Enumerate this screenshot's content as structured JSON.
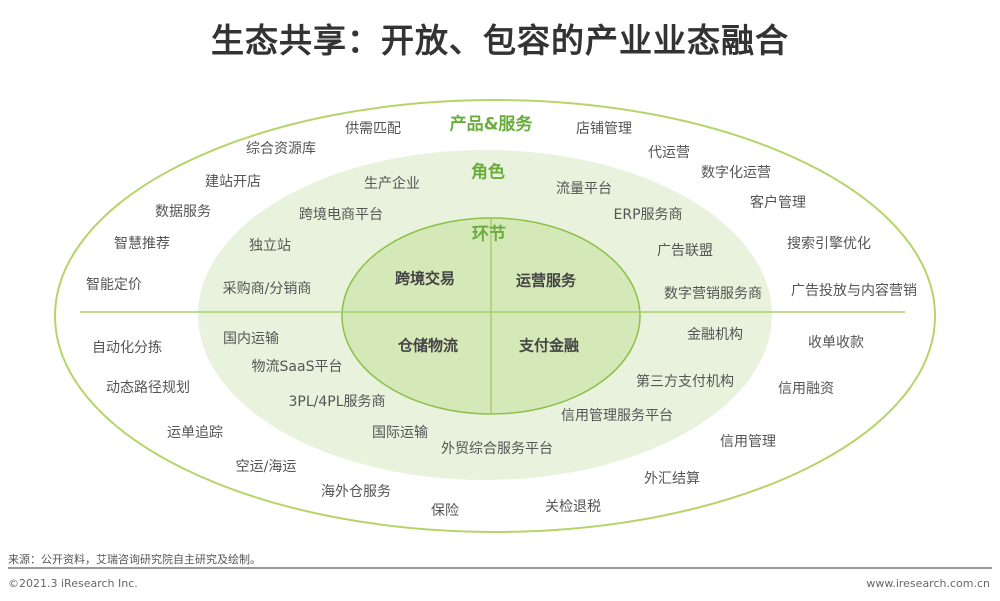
{
  "title": "生态共享：开放、包容的产业业态融合",
  "headings": {
    "outer": "产品&服务",
    "middle": "角色",
    "inner": "环节"
  },
  "quadrants": [
    "跨境交易",
    "运营服务",
    "仓储物流",
    "支付金融"
  ],
  "outer_labels": [
    "供需匹配",
    "店铺管理",
    "综合资源库",
    "代运营",
    "建站开店",
    "数字化运营",
    "数据服务",
    "客户管理",
    "智慧推荐",
    "搜索引擎优化",
    "智能定价",
    "广告投放与内容营销",
    "自动化分拣",
    "收单收款",
    "动态路径规划",
    "信用融资",
    "运单追踪",
    "信用管理",
    "空运/海运",
    "外汇结算",
    "海外仓服务",
    "保险",
    "关检退税"
  ],
  "role_labels": [
    "生产企业",
    "流量平台",
    "跨境电商平台",
    "ERP服务商",
    "独立站",
    "广告联盟",
    "采购商/分销商",
    "数字营销服务商",
    "国内运输",
    "金融机构",
    "物流SaaS平台",
    "第三方支付机构",
    "3PL/4PL服务商",
    "信用管理服务平台",
    "国际运输",
    "外贸综合服务平台"
  ],
  "footer": {
    "source": "来源：公开资料，艾瑞咨询研究院自主研究及绘制。",
    "copyright": "©2021.3 iResearch Inc.",
    "website": "www.iresearch.com.cn"
  },
  "colors": {
    "accent": "#6aad3d",
    "outer_ring": "#b5d56a",
    "middle_fill": "#e9f2dc",
    "inner_fill": "#d4e8b8"
  }
}
